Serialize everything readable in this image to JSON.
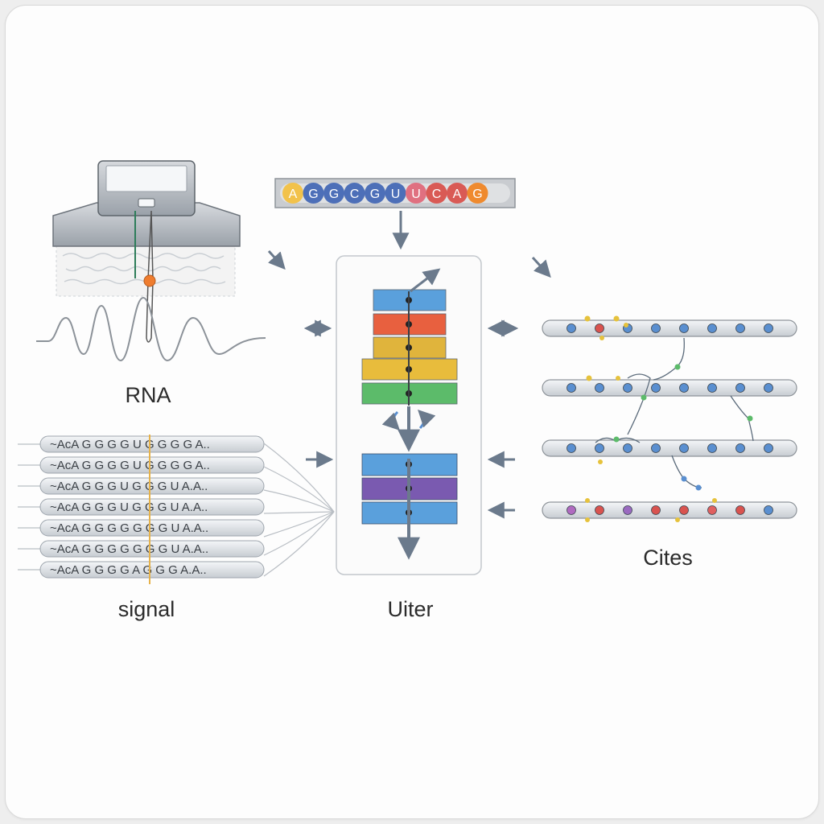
{
  "labels": {
    "rna": "RNA",
    "signal": "signal",
    "center": "Uiter",
    "right": "Cites"
  },
  "top_sequence": {
    "letters": [
      "A",
      "G",
      "G",
      "C",
      "G",
      "U",
      "U",
      "C",
      "A",
      "G"
    ],
    "colors": [
      "#f2c24b",
      "#4d6fb8",
      "#4d6fb8",
      "#4d6fb8",
      "#4d6fb8",
      "#4d6fb8",
      "#e07080",
      "#d95a55",
      "#d95a55",
      "#ef8a2e"
    ]
  },
  "signal_reads": [
    "~AcA G G G G U G G G G A..",
    "~AcA G G G G U G G G G A..",
    "~AcA G G G U G G G U A.A..",
    "~AcA G G G U G G G U A.A..",
    "~AcA G G G G G G G U A.A..",
    "~AcA G G G G G G G U A.A..",
    "~AcA G G G G A G G G A.A.."
  ],
  "stack_top_colors": [
    "#5aa0dc",
    "#e8603f",
    "#e0b43c",
    "#e8bc3c",
    "#5cbb6a"
  ],
  "stack_bottom_colors": [
    "#5aa0dc",
    "#7a5ab0",
    "#5aa0dc"
  ],
  "strands": [
    {
      "beads": [
        "#5a8fd0",
        "#d9534f",
        "#5a8fd0",
        "#5a8fd0",
        "#5a8fd0",
        "#5a8fd0",
        "#5a8fd0",
        "#5a8fd0"
      ]
    },
    {
      "beads": [
        "#5a8fd0",
        "#5a8fd0",
        "#5a8fd0",
        "#5a8fd0",
        "#5a8fd0",
        "#5a8fd0",
        "#5a8fd0",
        "#5a8fd0"
      ]
    },
    {
      "beads": [
        "#5a8fd0",
        "#5a8fd0",
        "#5a8fd0",
        "#5a8fd0",
        "#5a8fd0",
        "#5a8fd0",
        "#5a8fd0",
        "#5a8fd0"
      ]
    },
    {
      "beads": [
        "#b06ac0",
        "#d9534f",
        "#9a6ac0",
        "#d9534f",
        "#d9534f",
        "#e06060",
        "#d9534f",
        "#5a8fd0"
      ]
    }
  ]
}
